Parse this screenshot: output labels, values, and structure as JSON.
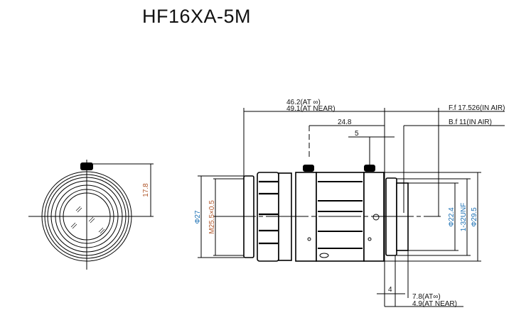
{
  "title": "HF16XA-5M",
  "dimensions": {
    "length_inf": "46.2(AT ∞)",
    "length_near": "49.1(AT NEAR)",
    "flange_front": "F.f  17.526(IN AIR)",
    "flange_back": "B.f  11(IN AIR)",
    "d24_8": "24.8",
    "d5": "5",
    "d4": "4",
    "back_inf": "7.8(AT∞)",
    "back_near": "4.9(AT NEAR)",
    "knob_height": "17.8",
    "dia_front": "Φ27",
    "filter_thread": "M25.5×0.5",
    "dia_mount": "Φ22.4",
    "mount_thread": "1-32UNF",
    "dia_body": "Φ29.5"
  },
  "colors": {
    "blue": "#1a6fb3",
    "orange": "#b0562a"
  }
}
